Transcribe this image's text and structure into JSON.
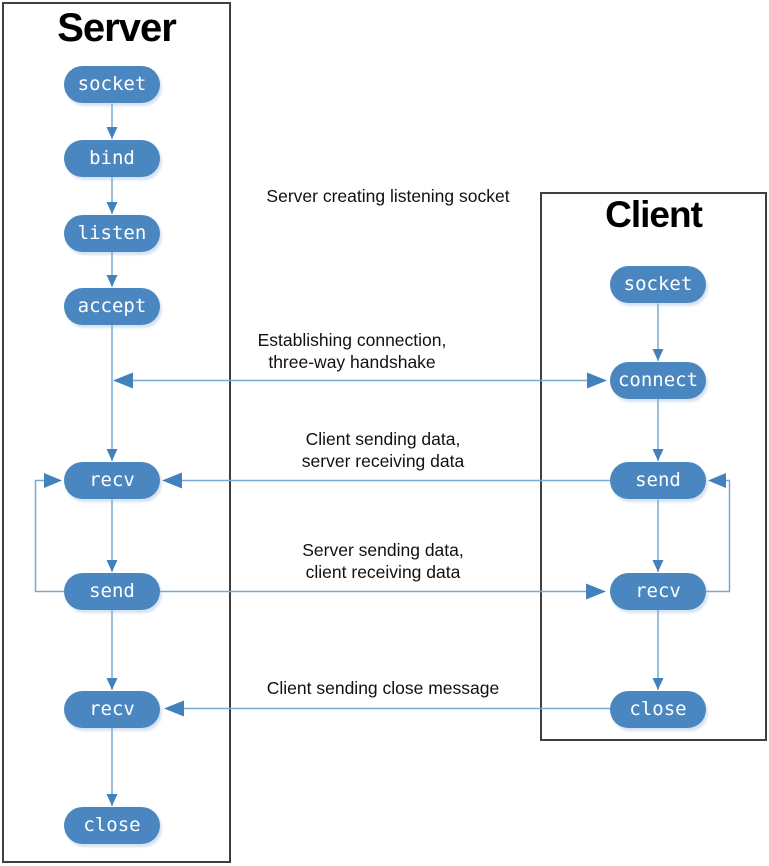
{
  "server": {
    "title": "Server",
    "nodes": [
      "socket",
      "bind",
      "listen",
      "accept",
      "recv",
      "send",
      "recv",
      "close"
    ]
  },
  "client": {
    "title": "Client",
    "nodes": [
      "socket",
      "connect",
      "send",
      "recv",
      "close"
    ]
  },
  "annotations": {
    "listening": "Server creating listening socket",
    "handshake1": "Establishing connection,",
    "handshake2": "three-way handshake",
    "data_cs1": "Client sending data,",
    "data_cs2": "server receiving data",
    "data_sc1": "Server sending data,",
    "data_sc2": "client receiving data",
    "close_msg": "Client sending close message"
  },
  "colors": {
    "node_fill": "#4a86c0",
    "node_text": "#ffffff",
    "connector_line": "#79aad4",
    "arrow_head": "#4381bd",
    "box_border": "#3f3f3f",
    "label_text": "#111111",
    "background": "#ffffff"
  }
}
